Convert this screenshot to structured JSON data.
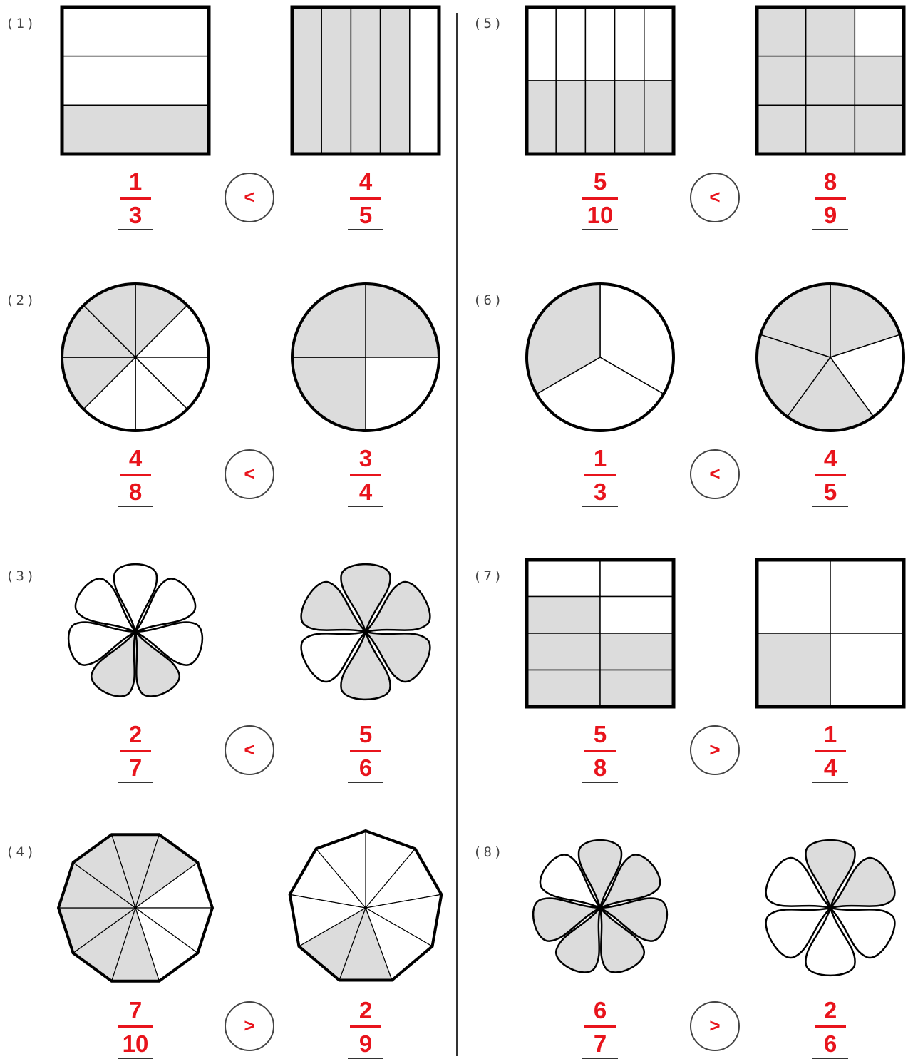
{
  "problems": [
    {
      "number": "(1)",
      "left": {
        "shape": "rect-horizontal-strips",
        "parts": 3,
        "shaded": [
          2
        ],
        "num": "1",
        "den": "3"
      },
      "symbol": "<",
      "right": {
        "shape": "rect-vertical-strips",
        "parts": 5,
        "shaded": [
          0,
          1,
          2,
          3
        ],
        "num": "4",
        "den": "5"
      }
    },
    {
      "number": "(2)",
      "left": {
        "shape": "circle",
        "parts": 8,
        "shaded": [
          0,
          5,
          6,
          7
        ],
        "num": "4",
        "den": "8"
      },
      "symbol": "<",
      "right": {
        "shape": "circle",
        "parts": 4,
        "shaded": [
          0,
          2,
          3
        ],
        "num": "3",
        "den": "4"
      }
    },
    {
      "number": "(3)",
      "left": {
        "shape": "flower",
        "parts": 7,
        "shaded": [
          3,
          4
        ],
        "num": "2",
        "den": "7"
      },
      "symbol": "<",
      "right": {
        "shape": "flower",
        "parts": 6,
        "shaded": [
          0,
          1,
          2,
          3,
          5
        ],
        "num": "5",
        "den": "6"
      }
    },
    {
      "number": "(4)",
      "left": {
        "shape": "polygon",
        "parts": 10,
        "shaded": [
          0,
          1,
          6,
          7,
          8,
          9,
          5
        ],
        "num": "7",
        "den": "10"
      },
      "symbol": ">",
      "right": {
        "shape": "polygon",
        "parts": 9,
        "shaded": [
          4,
          5
        ],
        "num": "2",
        "den": "9"
      }
    },
    {
      "number": "(5)",
      "left": {
        "shape": "rect-cols-rows",
        "cols": 5,
        "rows": 2,
        "shaded_row": 1,
        "num": "5",
        "den": "10"
      },
      "symbol": "<",
      "right": {
        "shape": "rect-grid",
        "cols": 3,
        "rows": 3,
        "unshaded_cell": 2,
        "num": "8",
        "den": "9"
      }
    },
    {
      "number": "(6)",
      "left": {
        "shape": "circle",
        "parts": 3,
        "shaded": [
          2
        ],
        "num": "1",
        "den": "3"
      },
      "symbol": "<",
      "right": {
        "shape": "circle",
        "parts": 5,
        "shaded": [
          0,
          2,
          3,
          4
        ],
        "num": "4",
        "den": "5"
      }
    },
    {
      "number": "(7)",
      "left": {
        "shape": "rect-2x4",
        "shaded_cells": [
          2,
          4,
          5,
          6,
          7
        ],
        "num": "5",
        "den": "8"
      },
      "symbol": ">",
      "right": {
        "shape": "rect-2x2",
        "shaded_cells": [
          2
        ],
        "num": "1",
        "den": "4"
      }
    },
    {
      "number": "(8)",
      "left": {
        "shape": "flower",
        "parts": 7,
        "shaded": [
          0,
          1,
          2,
          3,
          4,
          5
        ],
        "num": "6",
        "den": "7"
      },
      "symbol": ">",
      "right": {
        "shape": "flower",
        "parts": 6,
        "shaded": [
          0,
          1
        ],
        "num": "2",
        "den": "6"
      }
    }
  ],
  "colors": {
    "shade": "#dcdcdc",
    "answer": "#e8141c",
    "line": "#000000"
  }
}
